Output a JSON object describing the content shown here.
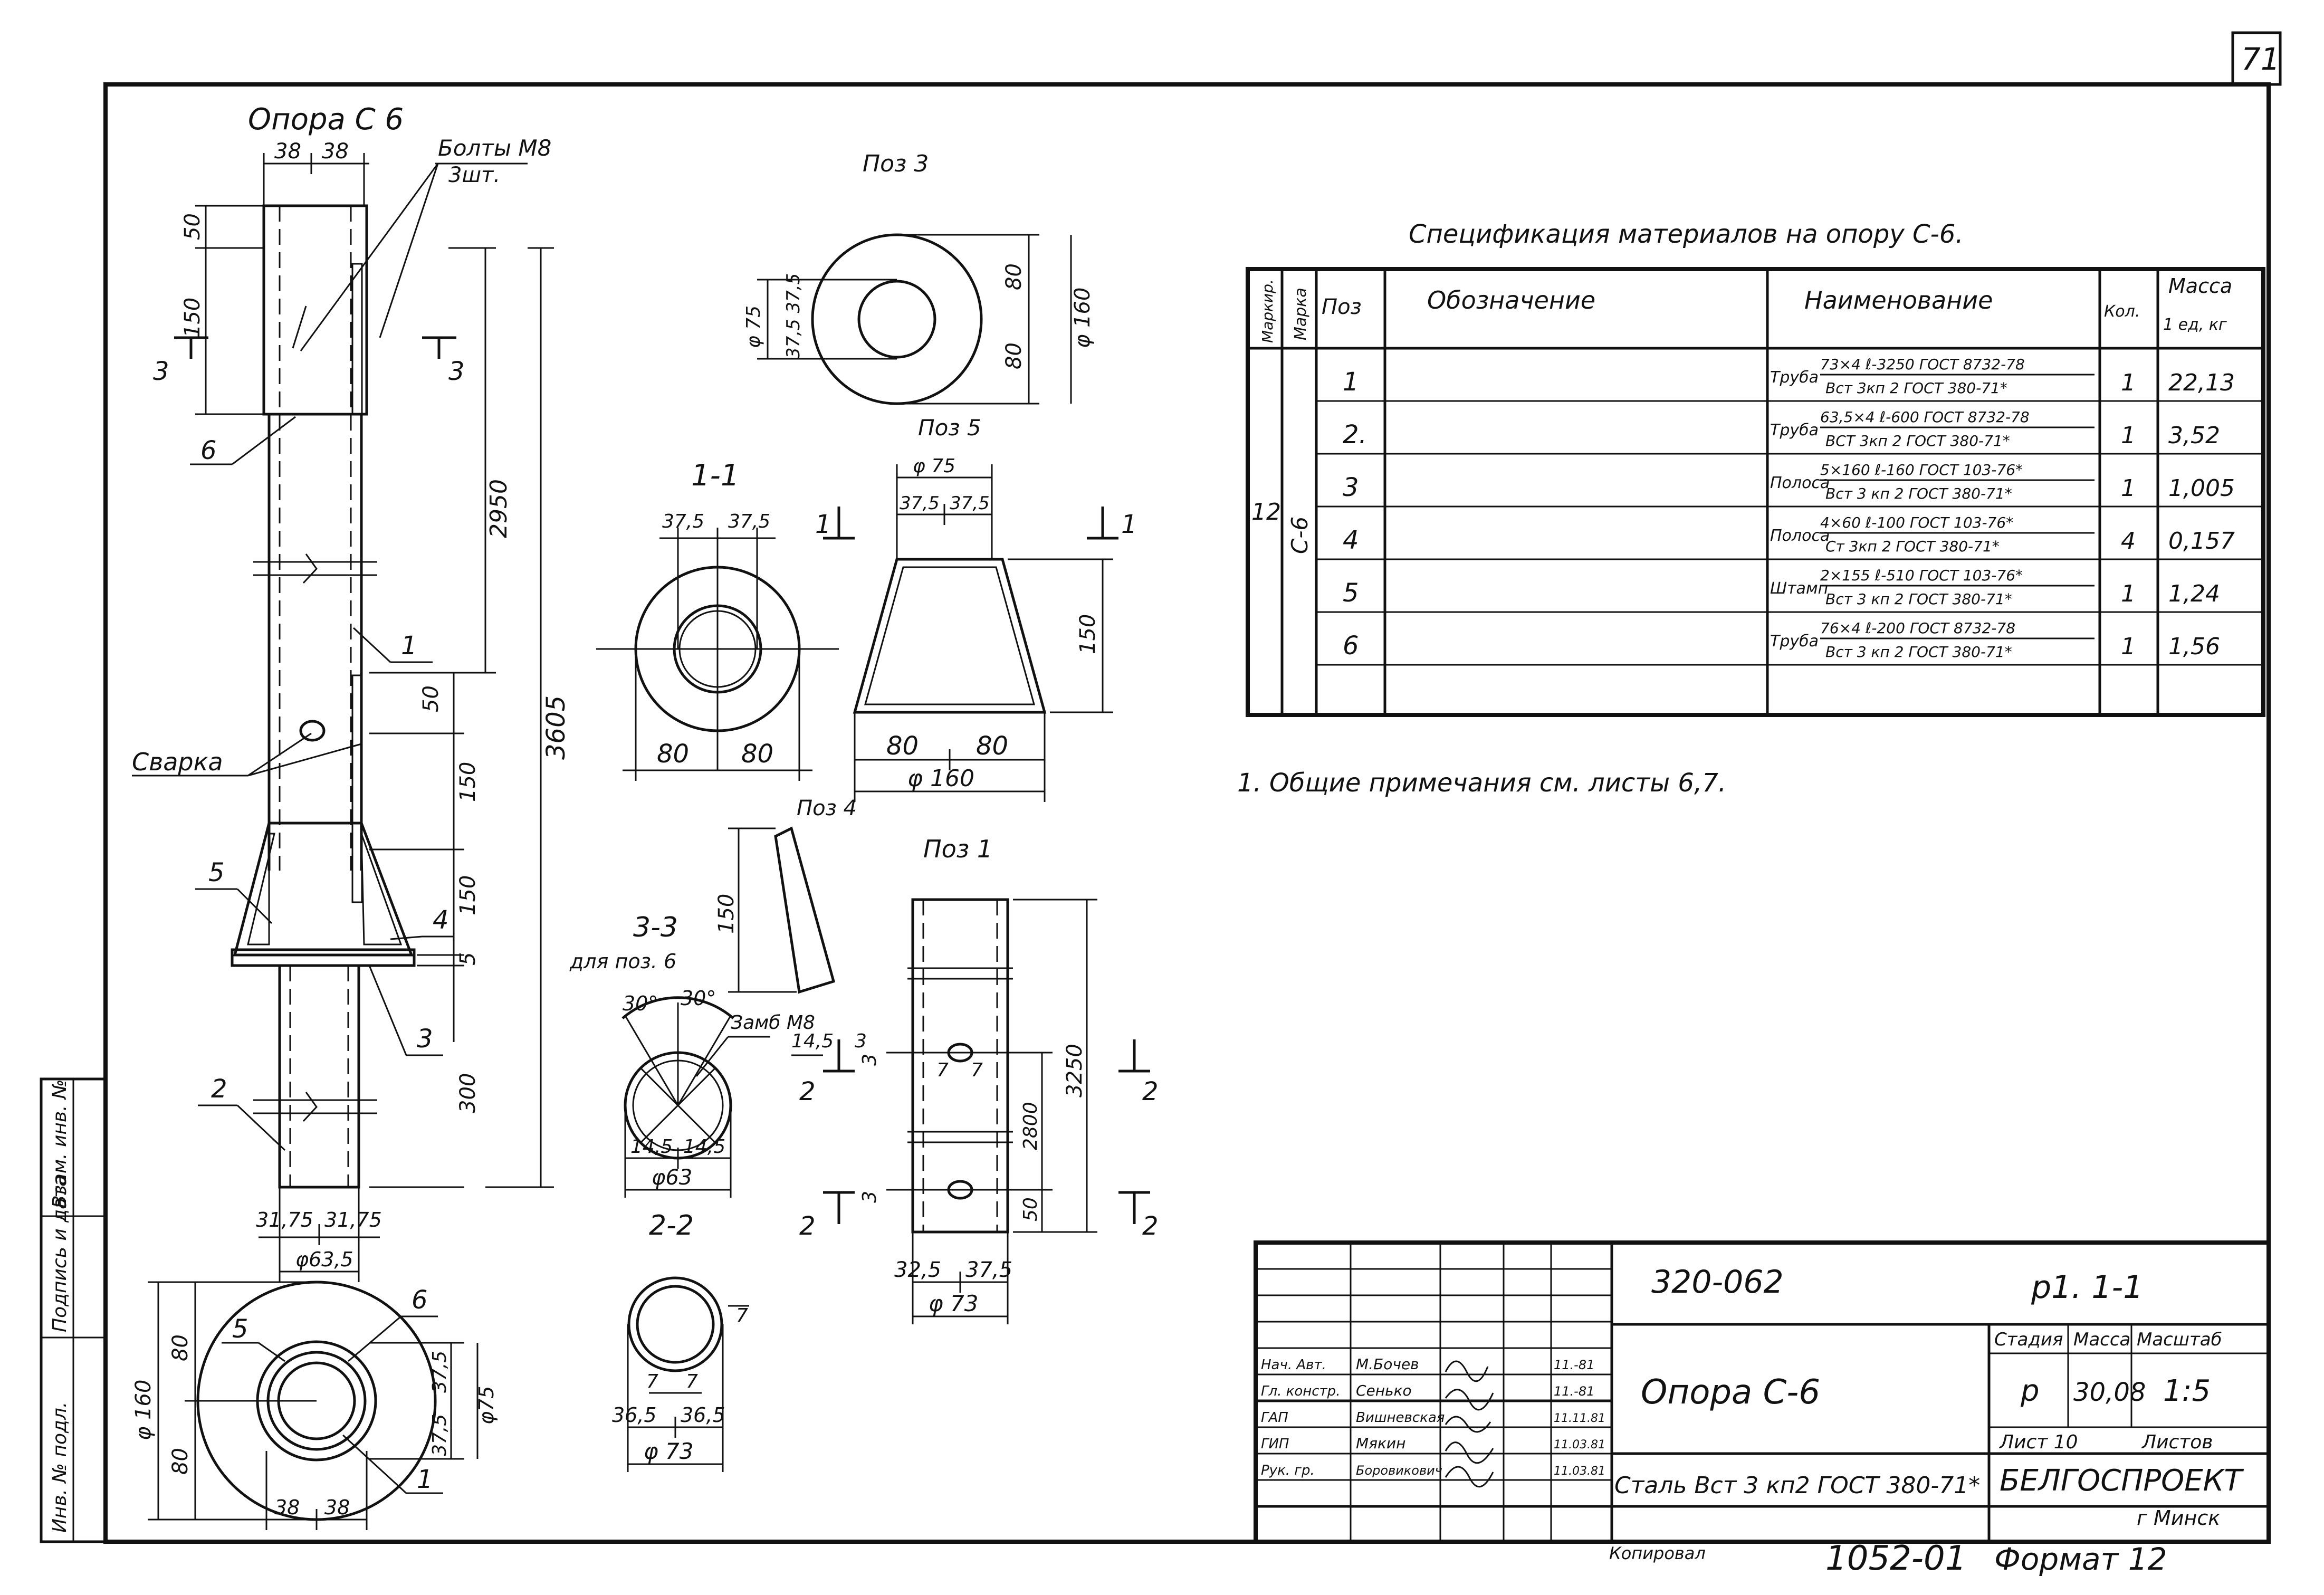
{
  "sheet": {
    "page_number": "71",
    "main_title": "Опора С 6",
    "bolts_label_1": "Болты М8",
    "bolts_label_2": "3шт.",
    "welding_label": "Сварка",
    "notes": "1. Общие примечания   см. листы 6,7.",
    "copied_by": "Копировал",
    "format": "Формат 12",
    "doc_number": "1052-01"
  },
  "views": {
    "pos3": "Поз 3",
    "pos5": "Поз 5",
    "pos4": "Поз 4",
    "pos1": "Поз 1",
    "section11": "1-1",
    "section33": "3-3",
    "section33_sub": "для поз. 6",
    "section22": "2-2",
    "screw_label": "Замб М8",
    "cut_mark": "1"
  },
  "dims": {
    "d38a": "38",
    "d38b": "38",
    "d50": "50",
    "d150a": "150",
    "d2950": "2950",
    "d3605": "3605",
    "d50b": "50",
    "d150b": "150",
    "d150c": "150",
    "d5": "5",
    "d300": "300",
    "d3175a": "31,75",
    "d3175b": "31,75",
    "d635": "φ63,5",
    "p3_75": "φ 75",
    "p3_375": "37,5 37,5",
    "p3_80a": "80",
    "p3_80b": "80",
    "p3_160": "φ 160",
    "s11_375a": "37,5",
    "s11_375b": "37,5",
    "s11_80a": "80",
    "s11_80b": "80",
    "p5_75": "φ 75",
    "p5_375a": "37,5",
    "p5_375b": "37,5",
    "p5_150": "150",
    "p5_80a": "80",
    "p5_80b": "80",
    "p5_160": "φ 160",
    "p4_150": "150",
    "s33_30a": "30°",
    "s33_30b": "30°",
    "s33_145": "14,5",
    "s33_3": "3",
    "s33_145b": "14,5",
    "s33_145c": "14,5",
    "s33_63": "φ63",
    "p1_3250": "3250",
    "p1_7a": "7",
    "p1_7b": "7",
    "p1_2800": "2800",
    "p1_50": "50",
    "p1_3a": "3",
    "p1_3b": "3",
    "p1_325": "32,5",
    "p1_375": "37,5",
    "p1_73": "φ 73",
    "s22_7a": "7",
    "s22_7b": "7",
    "s22_7c": "7",
    "s22_365a": "36,5",
    "s22_365b": "36,5",
    "s22_73": "φ 73",
    "b_160": "φ 160",
    "b_80a": "80",
    "b_80b": "80",
    "b_375a": "37,5",
    "b_375b": "37,5",
    "b_75": "φ75",
    "b_38a": "38",
    "b_38b": "38"
  },
  "callouts": [
    "1",
    "2",
    "3",
    "4",
    "5",
    "6"
  ],
  "section_marks": {
    "three": "3",
    "two": "2",
    "one": "1"
  },
  "spec": {
    "title": "Спецификация материалов на опору С-6.",
    "headers": {
      "marking": "Маркир.",
      "mark": "Марка",
      "pos": "Поз",
      "designation": "Обозначение",
      "name": "Наименование",
      "qty": "Кол.",
      "mass": "Масса",
      "mass_unit": "1 ед, кг"
    },
    "marking_value": "12",
    "mark_value": "С-6",
    "rows": [
      {
        "pos": "1",
        "kind": "Труба",
        "line1": "73×4 ℓ-3250 ГОСТ 8732-78",
        "line2": "Вст 3кп 2 ГОСТ 380-71*",
        "qty": "1",
        "mass": "22,13"
      },
      {
        "pos": "2.",
        "kind": "Труба",
        "line1": "63,5×4 ℓ-600 ГОСТ 8732-78",
        "line2": "ВСТ 3кп 2 ГОСТ 380-71*",
        "qty": "1",
        "mass": "3,52"
      },
      {
        "pos": "3",
        "kind": "Полоса",
        "line1": "5×160 ℓ-160 ГОСТ 103-76*",
        "line2": "Вст 3 кп 2 ГОСТ 380-71*",
        "qty": "1",
        "mass": "1,005"
      },
      {
        "pos": "4",
        "kind": "Полоса",
        "line1": "4×60 ℓ-100 ГОСТ 103-76*",
        "line2": "Ст 3кп 2 ГОСТ 380-71*",
        "qty": "4",
        "mass": "0,157"
      },
      {
        "pos": "5",
        "kind": "Штамп",
        "line1": "2×155 ℓ-510 ГОСТ 103-76*",
        "line2": "Вст 3 кп 2 ГОСТ 380-71*",
        "qty": "1",
        "mass": "1,24"
      },
      {
        "pos": "6",
        "kind": "Труба",
        "line1": "76×4 ℓ-200 ГОСТ 8732-78",
        "line2": "Вст 3 кп 2 ГОСТ 380-71*",
        "qty": "1",
        "mass": "1,56"
      }
    ]
  },
  "stamp": {
    "code": "320-062",
    "sheet_ref": "р1. 1-1",
    "name": "Опора С-6",
    "material": "Сталь Вст 3 кп2 ГОСТ 380-71*",
    "col_stage": "Стадия",
    "col_mass": "Масса",
    "col_scale": "Масштаб",
    "stage": "р",
    "mass": "30,08",
    "scale": "1:5",
    "sheet_label": "Лист 10",
    "sheets_label": "Листов",
    "org": "БЕЛГОСПРОЕКТ",
    "city": "г Минск",
    "roles": [
      {
        "role": "Нач. Авт.",
        "name": "М.Бочев",
        "date": "11.-81"
      },
      {
        "role": "Гл. констр.",
        "name": "Сенько",
        "date": "11.-81"
      },
      {
        "role": "ГАП",
        "name": "Вишневская",
        "date": "11.11.81"
      },
      {
        "role": "ГИП",
        "name": "Мякин",
        "date": "11.03.81"
      },
      {
        "role": "Рук. гр.",
        "name": "Боровикович",
        "date": "11.03.81"
      }
    ]
  },
  "side_strip": {
    "inv": "Инв. № подл.",
    "sign": "Подпись и дата",
    "replace": "Взам. инв. №"
  }
}
